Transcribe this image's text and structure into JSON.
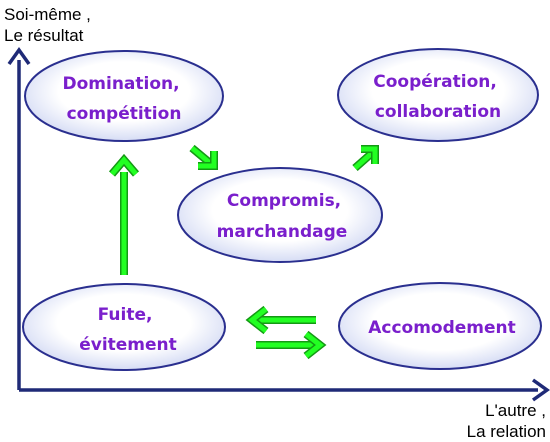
{
  "axes": {
    "y_label": [
      "Soi-même ,",
      "Le résultat"
    ],
    "x_label": [
      "L'autre ,",
      "La relation"
    ]
  },
  "nodes": [
    {
      "id": "domination",
      "lines": [
        "Domination,",
        "compétition"
      ]
    },
    {
      "id": "cooperation",
      "lines": [
        "Coopération,",
        "collaboration"
      ]
    },
    {
      "id": "compromis",
      "lines": [
        "Compromis,",
        "marchandage"
      ]
    },
    {
      "id": "fuite",
      "lines": [
        "Fuite,",
        "évitement"
      ]
    },
    {
      "id": "accomodement",
      "lines": [
        "Accomodement"
      ]
    }
  ],
  "colors": {
    "node_text": "#7a1fcc",
    "node_stroke": "#2a2f8f",
    "node_fill_center": "#ffffff",
    "node_fill_edge": "#ccd4f2",
    "axis": "#1f2a77",
    "arrow": "#22ff22",
    "arrow_outline": "#149914"
  }
}
